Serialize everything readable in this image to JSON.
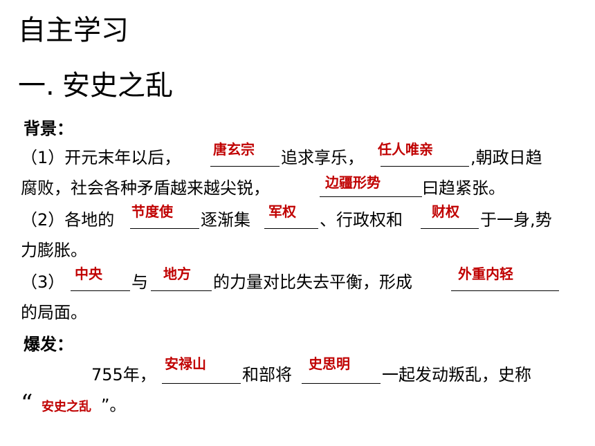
{
  "page_title": "自主学习",
  "section_title_num": "一.",
  "section_title_text": "安史之乱",
  "background": {
    "label": "背景：",
    "item1": {
      "prefix": "（1）开元末年以后，",
      "mid1": "追求享乐，",
      "tail1": ",朝政日趋",
      "line2": "腐败，社会各种矛盾越来越尖锐，",
      "line2_tail": "曰趋紧张。",
      "answers": [
        "唐玄宗",
        "任人唯亲",
        "边疆形势"
      ]
    },
    "item2": {
      "prefix": "（2）各地的",
      "mid1": "逐渐集",
      "mid2": "、行政权和",
      "tail": "于一身,势",
      "line2": "力膨胀。",
      "answers": [
        "节度使",
        "军权",
        "财权"
      ]
    },
    "item3": {
      "prefix": "（3）",
      "mid1": "与",
      "mid2": "的力量对比失去平衡，形成",
      "line2": "的局面。",
      "answers": [
        "中央",
        "地方",
        "外重内轻"
      ]
    }
  },
  "outbreak": {
    "label": "爆发：",
    "prefix": "755年，",
    "mid1": "和部将",
    "tail": "一起发动叛乱，史称",
    "open_quote": "“",
    "close_quote_tail": "”。",
    "answers": [
      "安禄山",
      "史思明",
      "安史之乱"
    ]
  }
}
